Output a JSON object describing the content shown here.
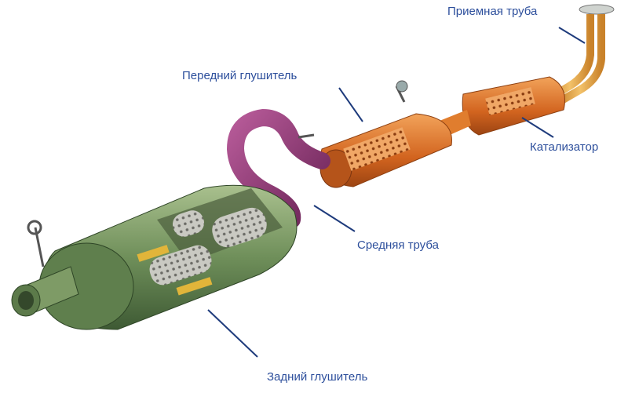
{
  "labels": {
    "intake_pipe": "Приемная труба",
    "front_muffler": "Передний глушитель",
    "catalyst": "Катализатор",
    "middle_pipe": "Средняя труба",
    "rear_muffler": "Задний глушитель"
  },
  "colors": {
    "label_text": "#2d4f9c",
    "leader_line": "#1e3b7c",
    "rear_muffler": "#6f8f5a",
    "middle_pipe": "#8a2f6e",
    "front_muffler": "#d9782a",
    "intake_pipe": "#e0a640"
  }
}
